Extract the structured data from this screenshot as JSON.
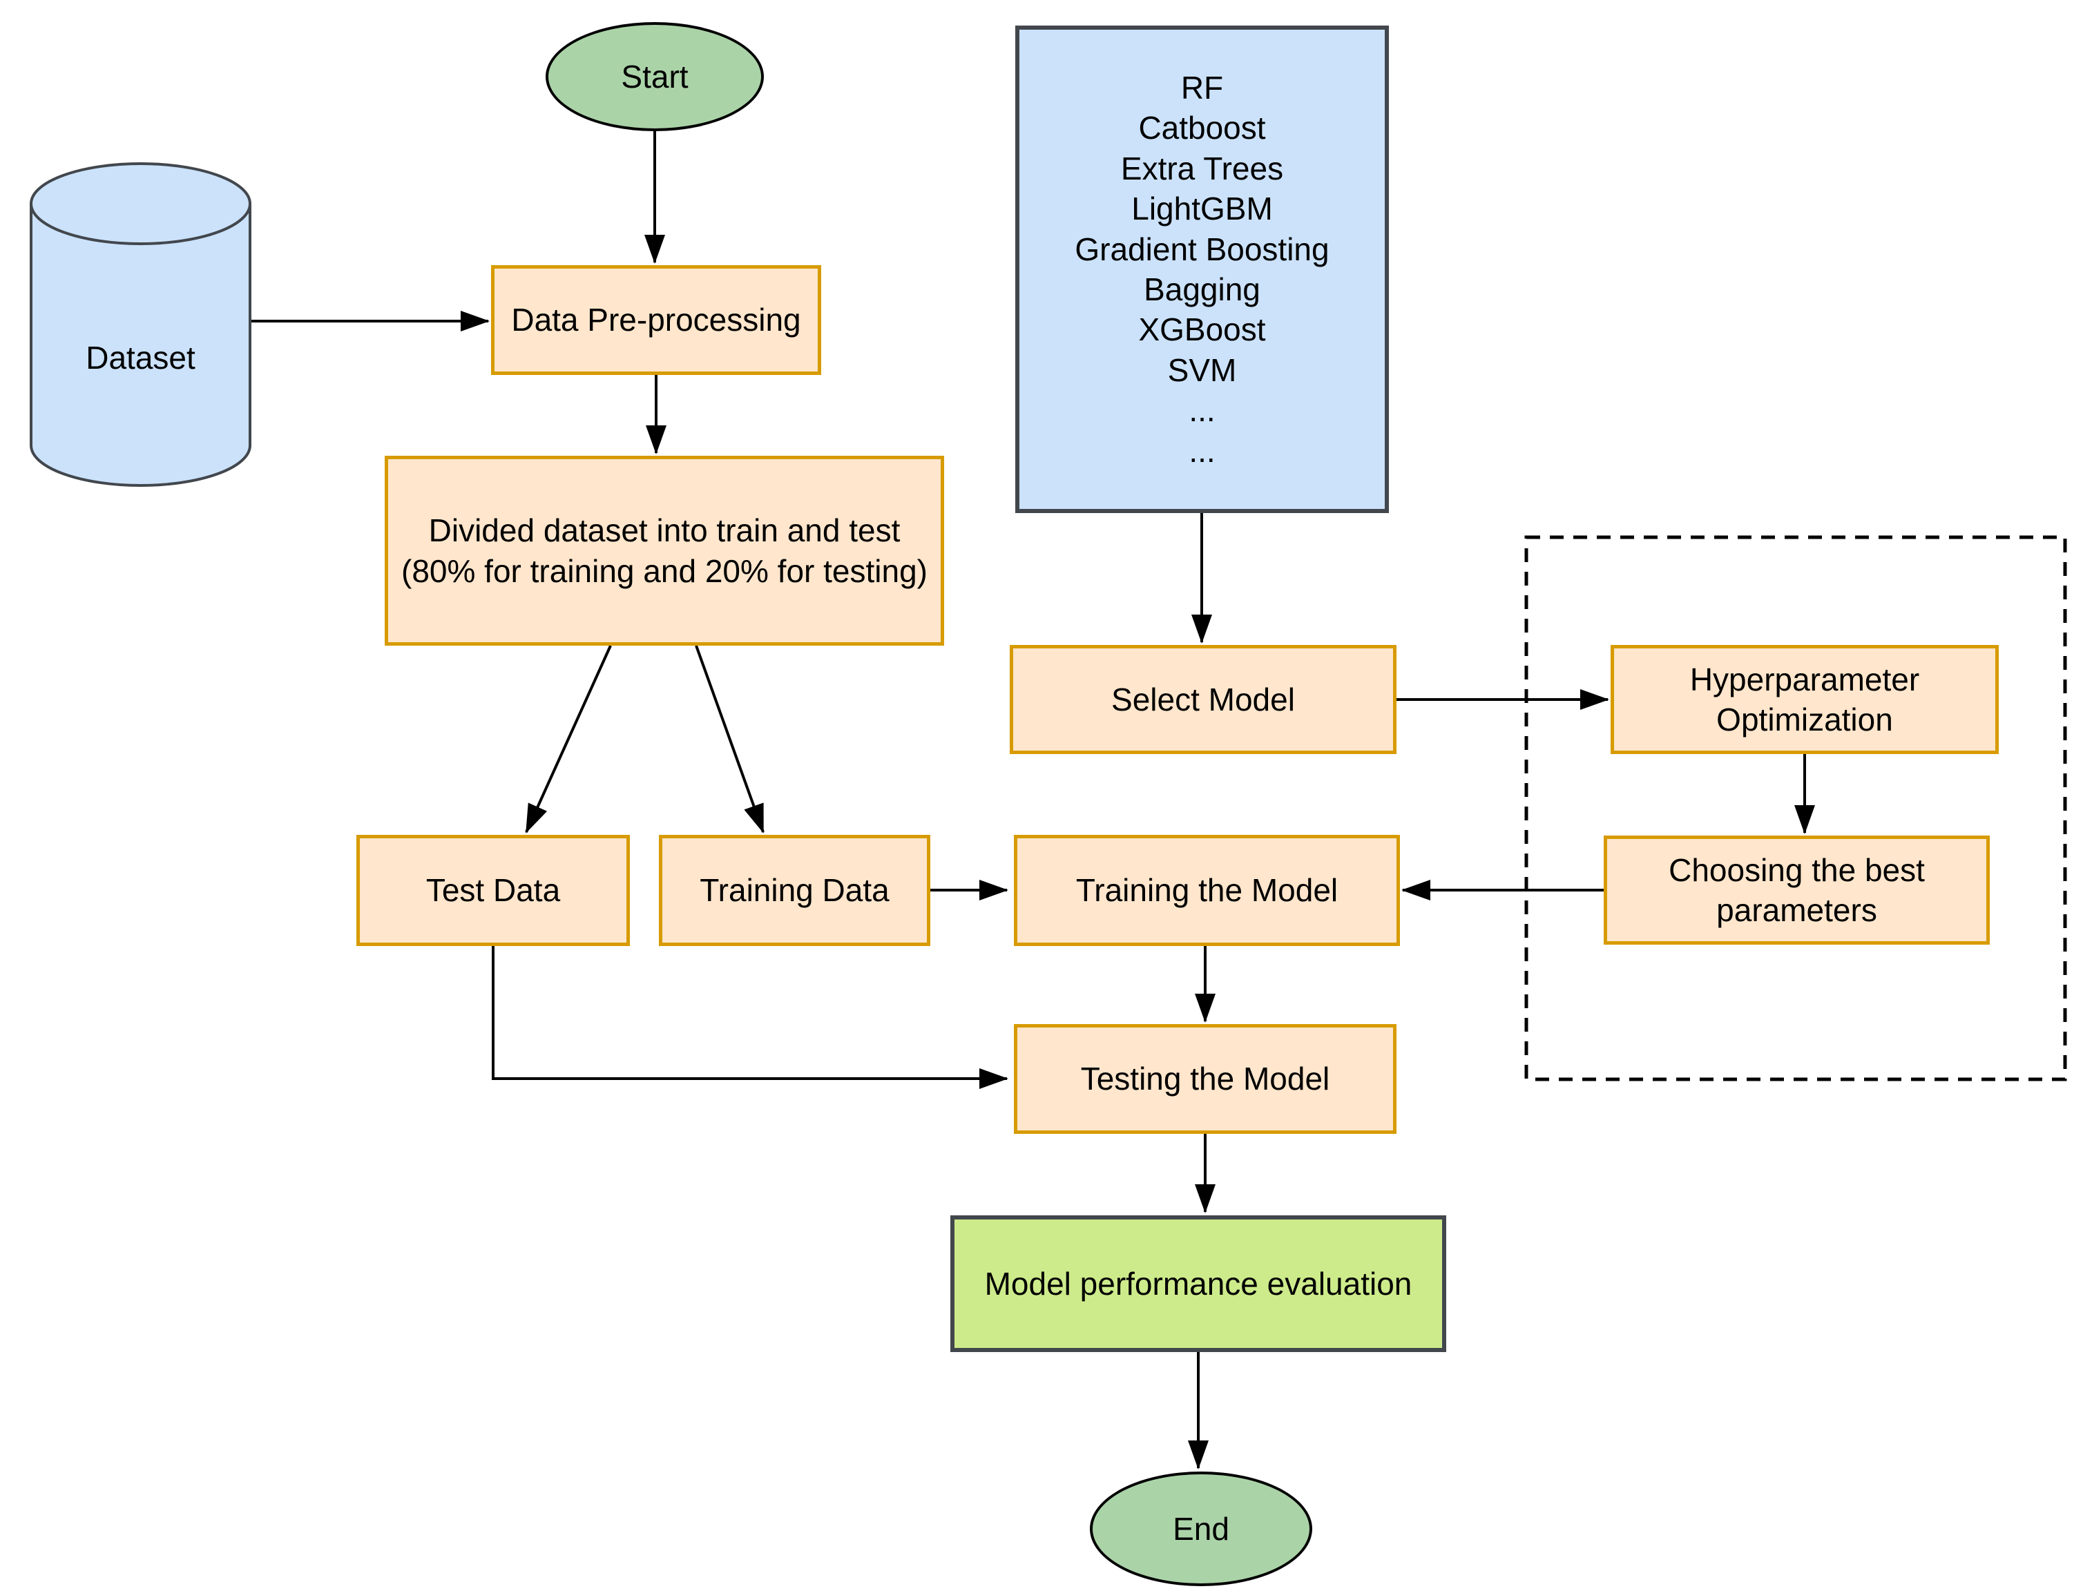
{
  "colors": {
    "orange_fill": "#ffe6cc",
    "orange_stroke": "#d79b00",
    "blue_fill": "#cbe2fa",
    "blue_stroke": "#42474d",
    "green_fill": "#abd3a8",
    "green_stroke": "#000000",
    "lime_fill": "#cdeb8b",
    "lime_stroke": "#42474d",
    "arrow": "#000000"
  },
  "nodes": {
    "start": {
      "label": "Start"
    },
    "dataset": {
      "label": "Dataset"
    },
    "preprocess": {
      "label": "Data Pre-processing"
    },
    "split": {
      "label": "Divided dataset into train and test (80% for training and 20% for testing)"
    },
    "models": {
      "lines": [
        "RF",
        "Catboost",
        "Extra Trees",
        "LightGBM",
        "Gradient Boosting",
        "Bagging",
        "XGBoost",
        "SVM",
        "...",
        "..."
      ]
    },
    "select_model": {
      "label": "Select Model"
    },
    "hyperparameter": {
      "label": "Hyperparameter Optimization"
    },
    "best_params": {
      "label": "Choosing the best parameters"
    },
    "test_data": {
      "label": "Test Data"
    },
    "training_data": {
      "label": "Training Data"
    },
    "training_model": {
      "label": "Training the Model"
    },
    "testing_model": {
      "label": "Testing the Model"
    },
    "evaluation": {
      "label": "Model performance evaluation"
    },
    "end": {
      "label": "End"
    }
  }
}
